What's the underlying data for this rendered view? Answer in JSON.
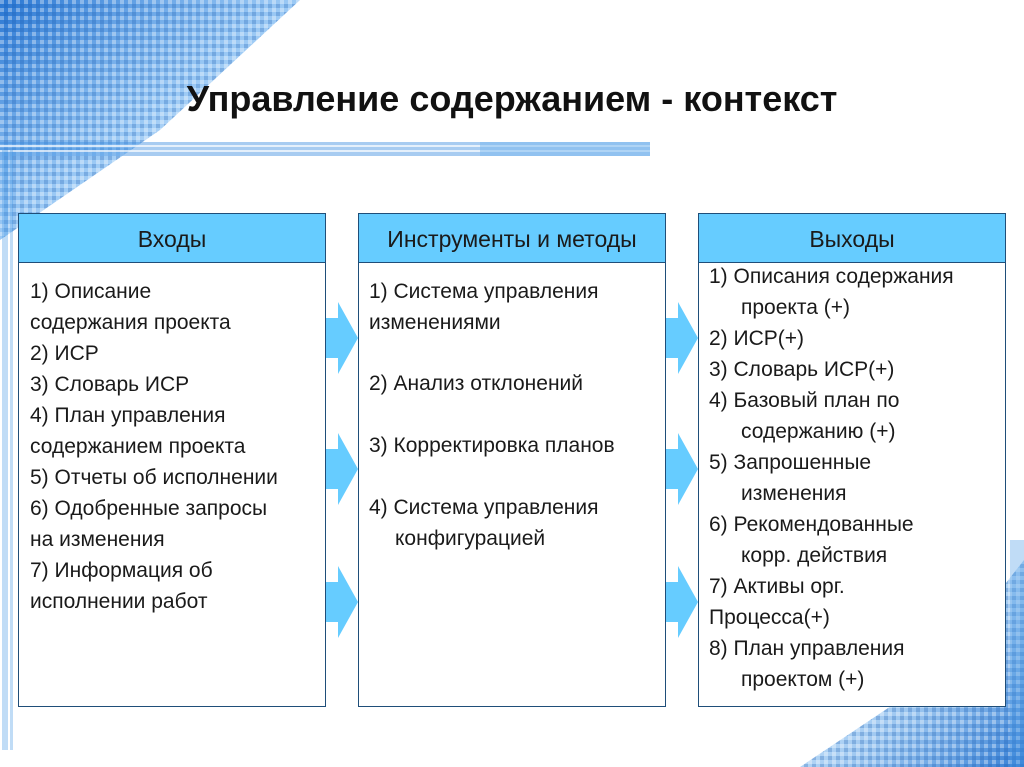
{
  "title": "Управление содержанием - контекст",
  "colors": {
    "header_fill": "#66ccff",
    "border": "#1f4e79",
    "arrow": "#66ccff",
    "decoration": "#3d8fe0"
  },
  "columns": [
    {
      "header": "Входы",
      "lines": [
        "1) Описание",
        "содержания  проекта",
        "2) ИСР",
        "3) Словарь ИСР",
        "4) План управления",
        "содержанием проекта",
        "5) Отчеты об исполнении",
        "6) Одобренные запросы",
        "на изменения",
        "7) Информация об",
        "исполнении работ"
      ]
    },
    {
      "header": "Инструменты и методы",
      "lines": [
        "1) Система управления",
        "изменениями",
        "2) Анализ отклонений",
        "3) Корректировка планов",
        "4) Система управления",
        "конфигурацией"
      ]
    },
    {
      "header": "Выходы",
      "lines": [
        "1) Описания содержания",
        "проекта (+)",
        "2) ИСР(+)",
        "3) Словарь ИСР(+)",
        "4) Базовый план по",
        "содержанию (+)",
        "5) Запрошенные",
        "изменения",
        "6) Рекомендованные",
        "корр. действия",
        "7) Активы орг.",
        "Процесса(+)",
        "8) План управления",
        "проектом (+)"
      ]
    }
  ]
}
